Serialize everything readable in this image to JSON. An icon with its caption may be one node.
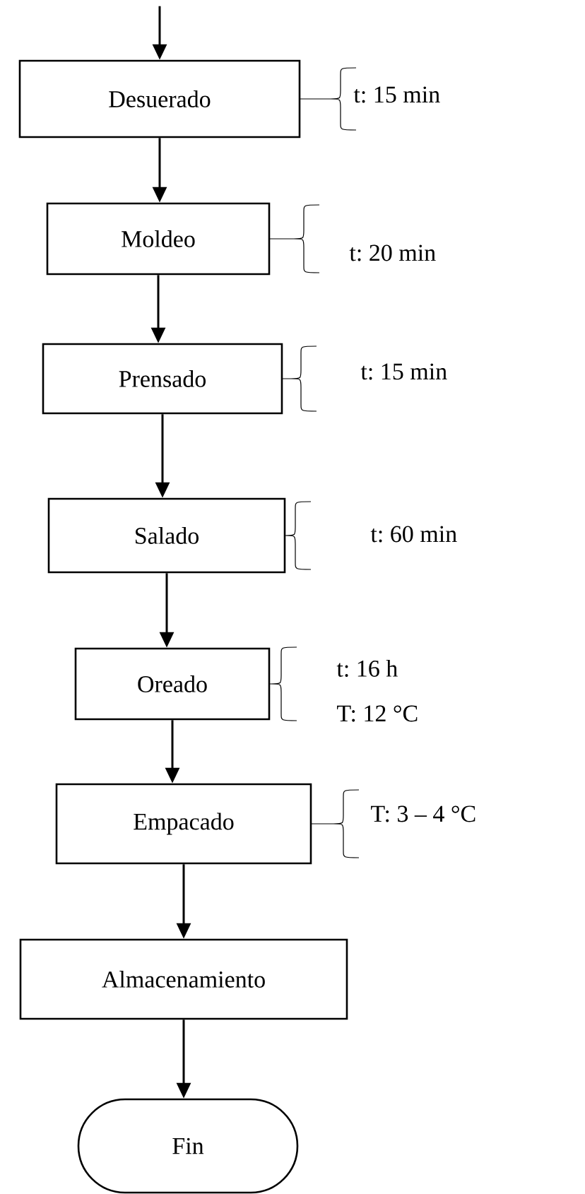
{
  "diagram": {
    "nodes": [
      {
        "text": [
          "Desuerado"
        ],
        "beside": [
          "t: 15 min"
        ]
      },
      {
        "text": [
          "Moldeo"
        ],
        "beside": [
          "t: 20 min"
        ]
      },
      {
        "text": [
          "Prensado"
        ],
        "beside": [
          "t: 15 min"
        ]
      },
      {
        "text": [
          "Salado"
        ],
        "beside": [
          "t: 60 min"
        ]
      },
      {
        "text": [
          "Oreado"
        ],
        "beside": [
          "t: 16 h",
          "T: 12 °C"
        ]
      },
      {
        "text": [
          "Empacado"
        ],
        "beside": [
          "T: 3 – 4 °C"
        ]
      },
      {
        "text": [
          "Almacenamiento"
        ]
      },
      {
        "text": [
          "Fin"
        ]
      }
    ],
    "edges": [
      {
        "from": null,
        "to": 0,
        "arrow": "to"
      },
      {
        "from": 0,
        "to": 1,
        "arrow": "to"
      },
      {
        "from": 1,
        "to": 2,
        "arrow": "to"
      },
      {
        "from": 2,
        "to": 3,
        "arrow": "to"
      },
      {
        "from": 3,
        "to": 4,
        "arrow": "to"
      },
      {
        "from": 4,
        "to": 5,
        "arrow": "to"
      },
      {
        "from": 5,
        "to": 6,
        "arrow": "to"
      },
      {
        "from": 6,
        "to": 7,
        "arrow": "to"
      }
    ]
  }
}
